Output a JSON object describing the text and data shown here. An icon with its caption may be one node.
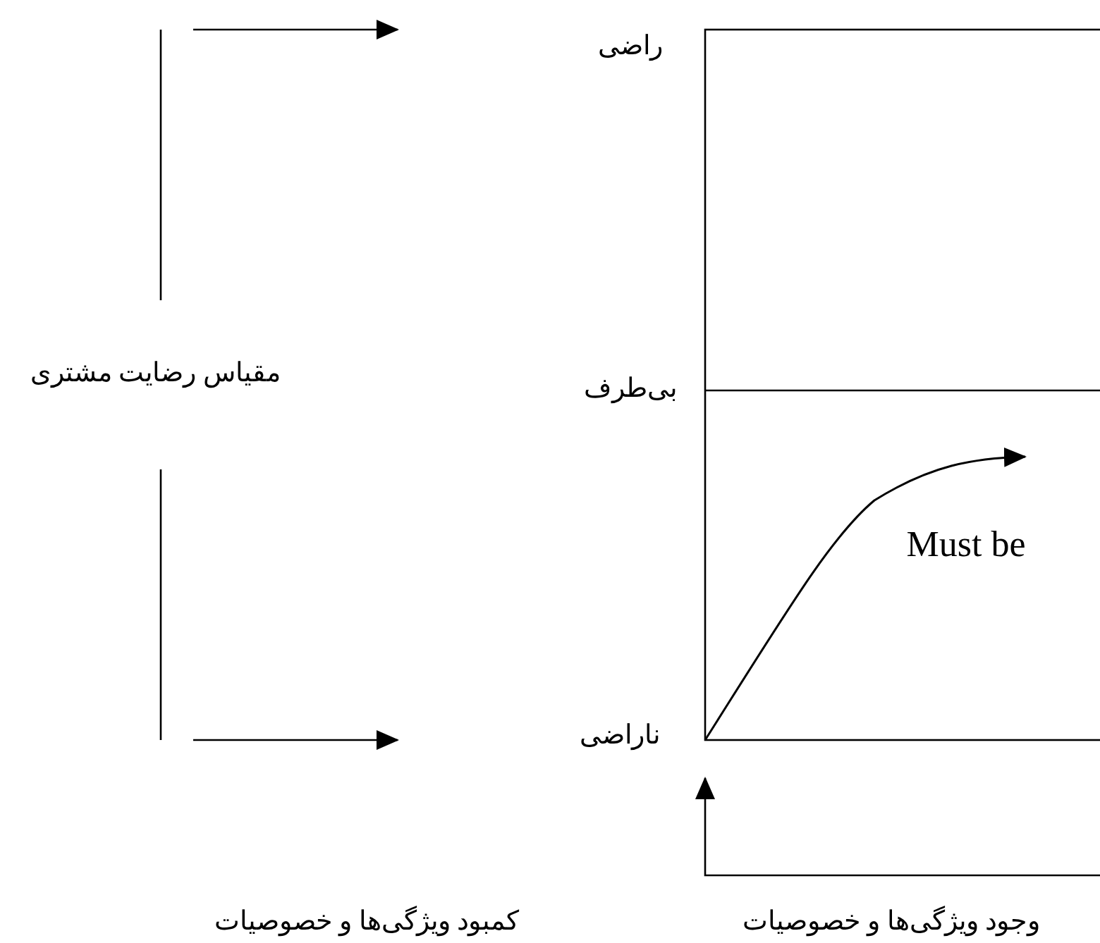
{
  "diagram": {
    "labels": [
      "راضی",
      "مقیاس رضایت مشتری",
      "بی‌طرف",
      "Must be",
      "ناراضی",
      "کمبود ویژگی‌ها و خصوصیات",
      "وجود ویژگی‌ها و خصوصیات"
    ]
  }
}
